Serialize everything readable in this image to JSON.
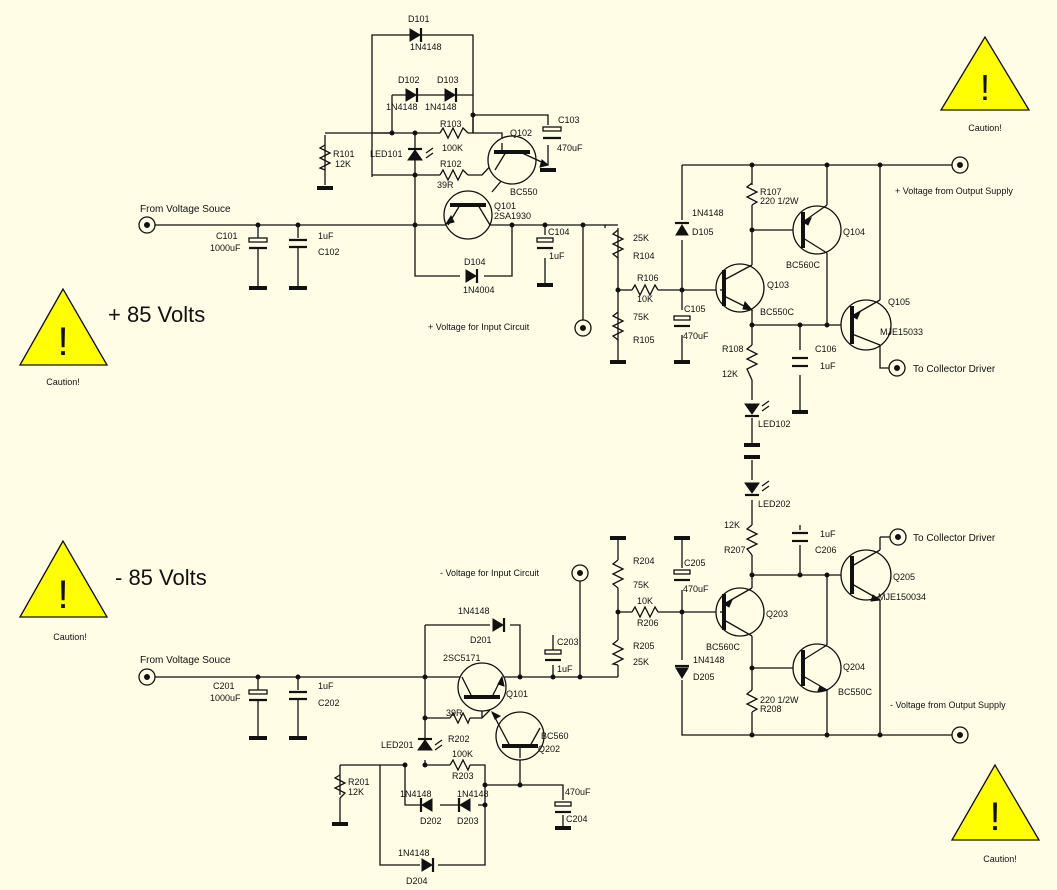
{
  "volt_labels": {
    "plus": "+ 85 Volts",
    "minus": "- 85 Volts"
  },
  "caution": "Caution!",
  "caution_mark": "!",
  "terminals": {
    "src1": "From Voltage Souce",
    "src2": "From Voltage Souce",
    "in_pos": "+ Voltage for Input Circuit",
    "in_neg": "- Voltage for Input Circuit",
    "out_pos": "+ Voltage from Output Supply",
    "out_neg": "- Voltage from Output Supply",
    "coll1": "To Collector Driver",
    "coll2": "To Collector Driver"
  },
  "parts": {
    "D101": "D101",
    "D101v": "1N4148",
    "D102": "D102",
    "D102v": "1N4148",
    "D103": "D103",
    "D103v": "1N4148",
    "R103": "R103",
    "R103v": "100K",
    "R101": "R101",
    "R101v": "12K",
    "LED101": "LED101",
    "R102": "R102",
    "R102v": "39R",
    "Q102": "Q102",
    "Q102v": "BC550",
    "C103": "C103",
    "C103v": "470uF",
    "Q101": "Q101",
    "Q101v": "2SA1930",
    "C101": "C101",
    "C101v": "1000uF",
    "C102": "C102",
    "C102v": "1uF",
    "C104": "C104",
    "C104v": "1uF",
    "D104": "D104",
    "D104v": "1N4004",
    "R104": "R104",
    "R104v": "25K",
    "R106": "R106",
    "R106v": "10K",
    "R105": "R105",
    "R105v": "75K",
    "D105": "D105",
    "D105v": "1N4148",
    "C105": "C105",
    "C105v": "470uF",
    "R107": "R107",
    "R107v": "220 1/2W",
    "Q103": "Q103",
    "Q103v": "BC550C",
    "Q104": "Q104",
    "Q104v": "BC560C",
    "Q105": "Q105",
    "Q105v": "MJE15033",
    "R108": "R108",
    "R108v": "12K",
    "C106": "C106",
    "C106v": "1uF",
    "LED102": "LED102",
    "LED202": "LED202",
    "R207": "R207",
    "R207v": "12K",
    "C206": "C206",
    "C206v": "1uF",
    "Q205": "Q205",
    "Q205v": "MJE150034",
    "R204": "R204",
    "R204v": "75K",
    "C205": "C205",
    "C205v": "470uF",
    "R206": "R206",
    "R206v": "10K",
    "Q203": "Q203",
    "Q203v": "BC560C",
    "R205": "R205",
    "R205v": "25K",
    "D205": "D205",
    "D205v": "1N4148",
    "Q204": "Q204",
    "Q204v": "BC550C",
    "R208": "R208",
    "R208v": "220 1/2W",
    "D201": "D201",
    "D201v": "1N4148",
    "C203": "C203",
    "C203v": "1uF",
    "Q201": "Q101",
    "Q201v": "2SC5171",
    "C201": "C201",
    "C201v": "1000uF",
    "C202": "C202",
    "C202v": "1uF",
    "R202": "R202",
    "R202v": "39R",
    "Q202": "Q202",
    "Q202v": "BC560",
    "LED201": "LED201",
    "R203": "R203",
    "R203v": "100K",
    "R201": "R201",
    "R201v": "12K",
    "D202": "D202",
    "D202v": "1N4148",
    "D203": "D203",
    "D203v": "1N4148",
    "C204": "C204",
    "C204v": "470uF",
    "D204": "D204",
    "D204v": "1N4148"
  },
  "colors": {
    "background": "#fffde6",
    "warning": "#ffff00",
    "ink": "#111111"
  }
}
